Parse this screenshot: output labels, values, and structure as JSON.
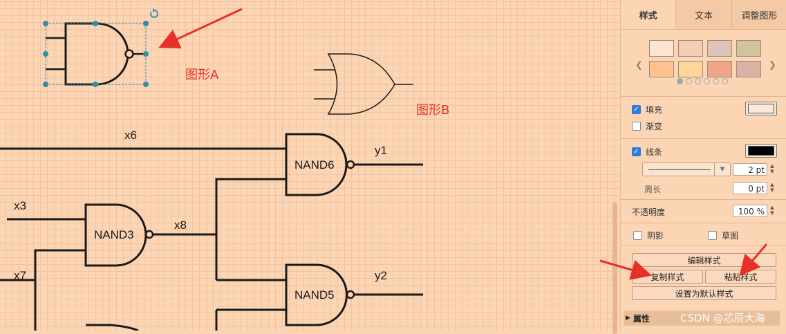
{
  "canvas": {
    "annotations": {
      "shape_a": "图形A",
      "shape_b": "图形B"
    },
    "labels": {
      "x6": "x6",
      "x3": "x3",
      "x8": "x8",
      "x7": "x7",
      "y1": "y1",
      "y2": "y2",
      "nand6": "NAND6",
      "nand3": "NAND3",
      "nand5": "NAND5"
    }
  },
  "panel": {
    "tabs": [
      "样式",
      "文本",
      "调整图形"
    ],
    "swatches": [
      "#FCE4D0",
      "#F5CDB2",
      "#DCC4B6",
      "#D2C49A",
      "#FFC28E",
      "#FFD598",
      "#F2A48A",
      "#DDB0A5"
    ],
    "pager_dots": 6,
    "fill_label": "填充",
    "gradient_label": "渐变",
    "line_label": "线条",
    "fill_color": "#FFE8D8",
    "line_color": "#000000",
    "line_width": "2 pt",
    "perimeter_label": "周长",
    "perimeter_value": "0 pt",
    "opacity_label": "不透明度",
    "opacity_value": "100 %",
    "shadow_label": "阴影",
    "sketch_label": "草图",
    "edit_style_button": "编辑样式",
    "copy_style_button": "复制样式",
    "paste_style_button": "粘贴样式",
    "set_default_button": "设置为默认样式",
    "properties_label": "属性"
  },
  "watermark": "CSDN @芯辰大海",
  "accent_colors": {
    "selection": "#2E8EA8",
    "arrow": "#E8302A"
  }
}
